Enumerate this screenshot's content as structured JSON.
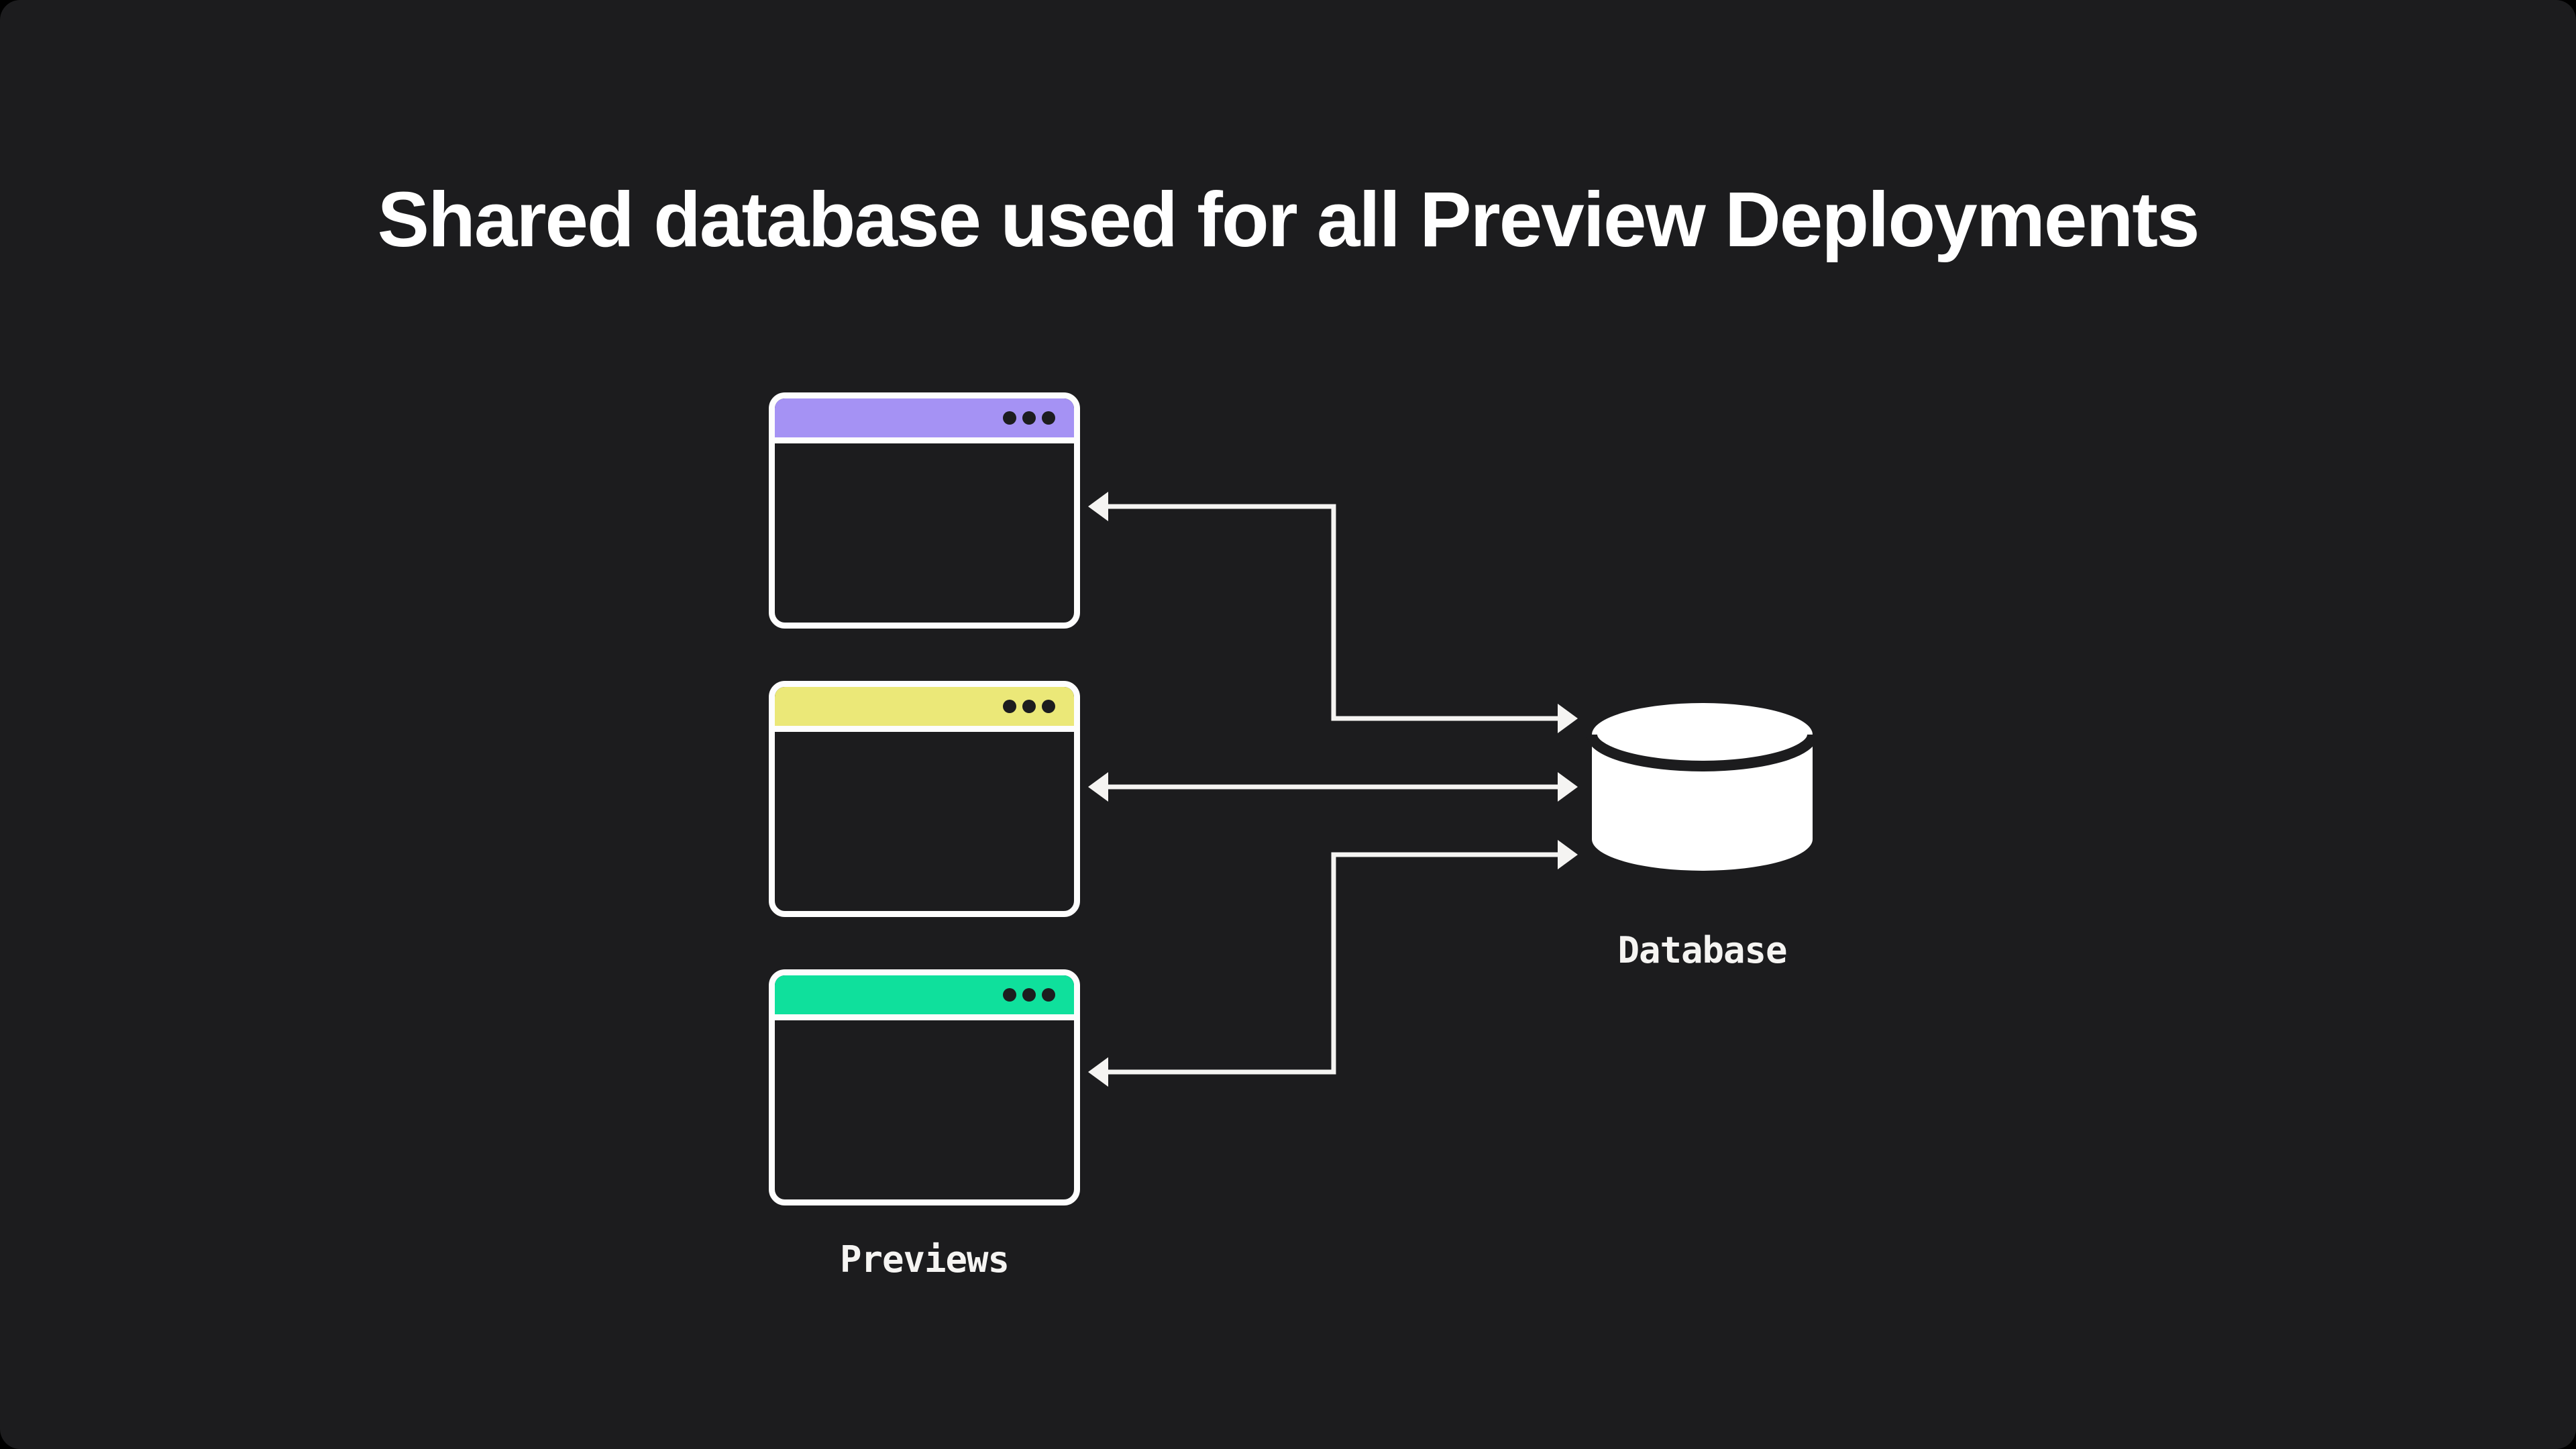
{
  "title": "Shared database used for all Preview Deployments",
  "colors": {
    "background": "#1c1c1e",
    "window_outline": "#fdfdfd",
    "arrow": "#f5f4f2",
    "cylinder_fill": "#ffffff",
    "dot": "#1d1d1f",
    "title_text": "#ffffff",
    "label_text": "#f5f4f2"
  },
  "previews": {
    "label": "Previews",
    "windows": [
      {
        "id": "preview-1",
        "bar_color": "#a592f4",
        "bar_color_name": "purple",
        "dots": 3
      },
      {
        "id": "preview-2",
        "bar_color": "#ebe878",
        "bar_color_name": "yellow",
        "dots": 3
      },
      {
        "id": "preview-3",
        "bar_color": "#0fe09c",
        "bar_color_name": "green",
        "dots": 3
      }
    ],
    "dots_icon": "window-control-dots"
  },
  "database": {
    "label": "Database",
    "icon": "database-cylinder-icon"
  },
  "connections": [
    {
      "from": "database",
      "to": "preview-1",
      "shape": "elbow",
      "arrowheads": "both"
    },
    {
      "from": "database",
      "to": "preview-2",
      "shape": "straight",
      "arrowheads": "both"
    },
    {
      "from": "database",
      "to": "preview-3",
      "shape": "elbow",
      "arrowheads": "both"
    }
  ]
}
